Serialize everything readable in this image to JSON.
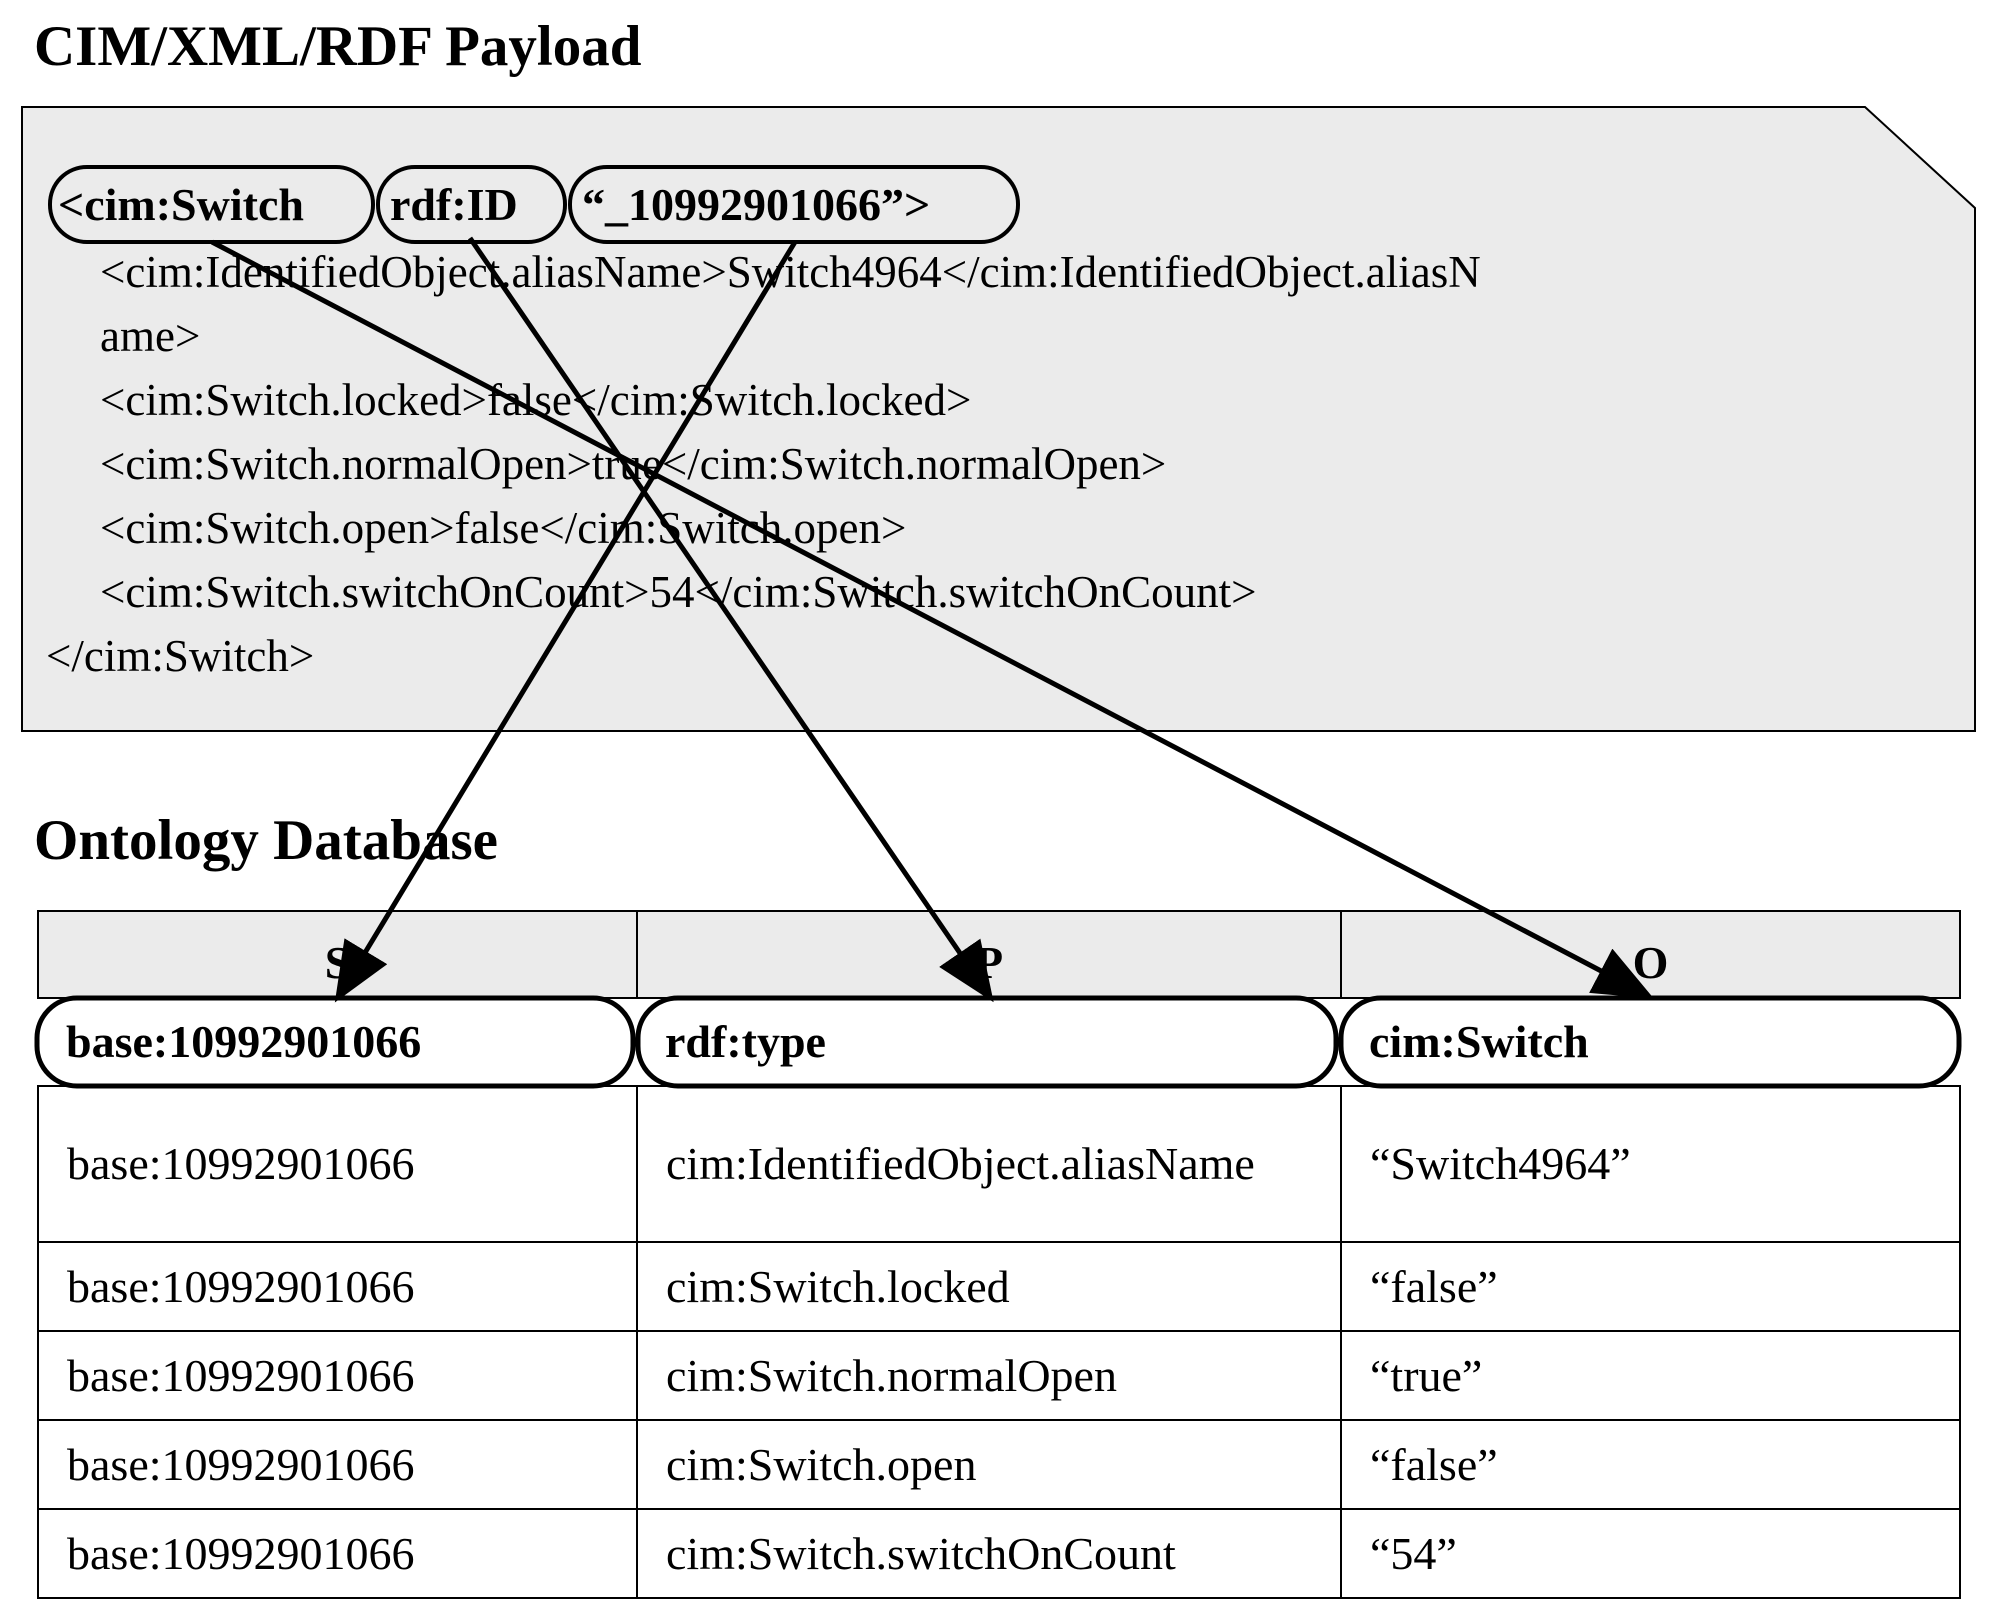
{
  "payload": {
    "title": "CIM/XML/RDF Payload",
    "element_tag": "<cim:Switch",
    "attr_name": "rdf:ID",
    "attr_value": "“_10992901066”>",
    "lines": [
      "<cim:IdentifiedObject.aliasName>Switch4964</cim:IdentifiedObject.aliasN",
      "ame>",
      "<cim:Switch.locked>false</cim:Switch.locked>",
      "<cim:Switch.normalOpen>true</cim:Switch.normalOpen>",
      "<cim:Switch.open>false</cim:Switch.open>",
      "<cim:Switch.switchOnCount>54</cim:Switch.switchOnCount>"
    ],
    "closing_tag": "</cim:Switch>"
  },
  "database": {
    "title": "Ontology Database",
    "columns": [
      "S",
      "P",
      "O"
    ],
    "highlight_row": [
      "base:10992901066",
      "rdf:type",
      "cim:Switch"
    ],
    "rows": [
      [
        "base:10992901066",
        "cim:IdentifiedObject.aliasName",
        "“Switch4964”"
      ],
      [
        "base:10992901066",
        "cim:Switch.locked",
        "“false”"
      ],
      [
        "base:10992901066",
        "cim:Switch.normalOpen",
        "“true”"
      ],
      [
        "base:10992901066",
        "cim:Switch.open",
        "“false”"
      ],
      [
        "base:10992901066",
        "cim:Switch.switchOnCount",
        "“54”"
      ]
    ]
  }
}
